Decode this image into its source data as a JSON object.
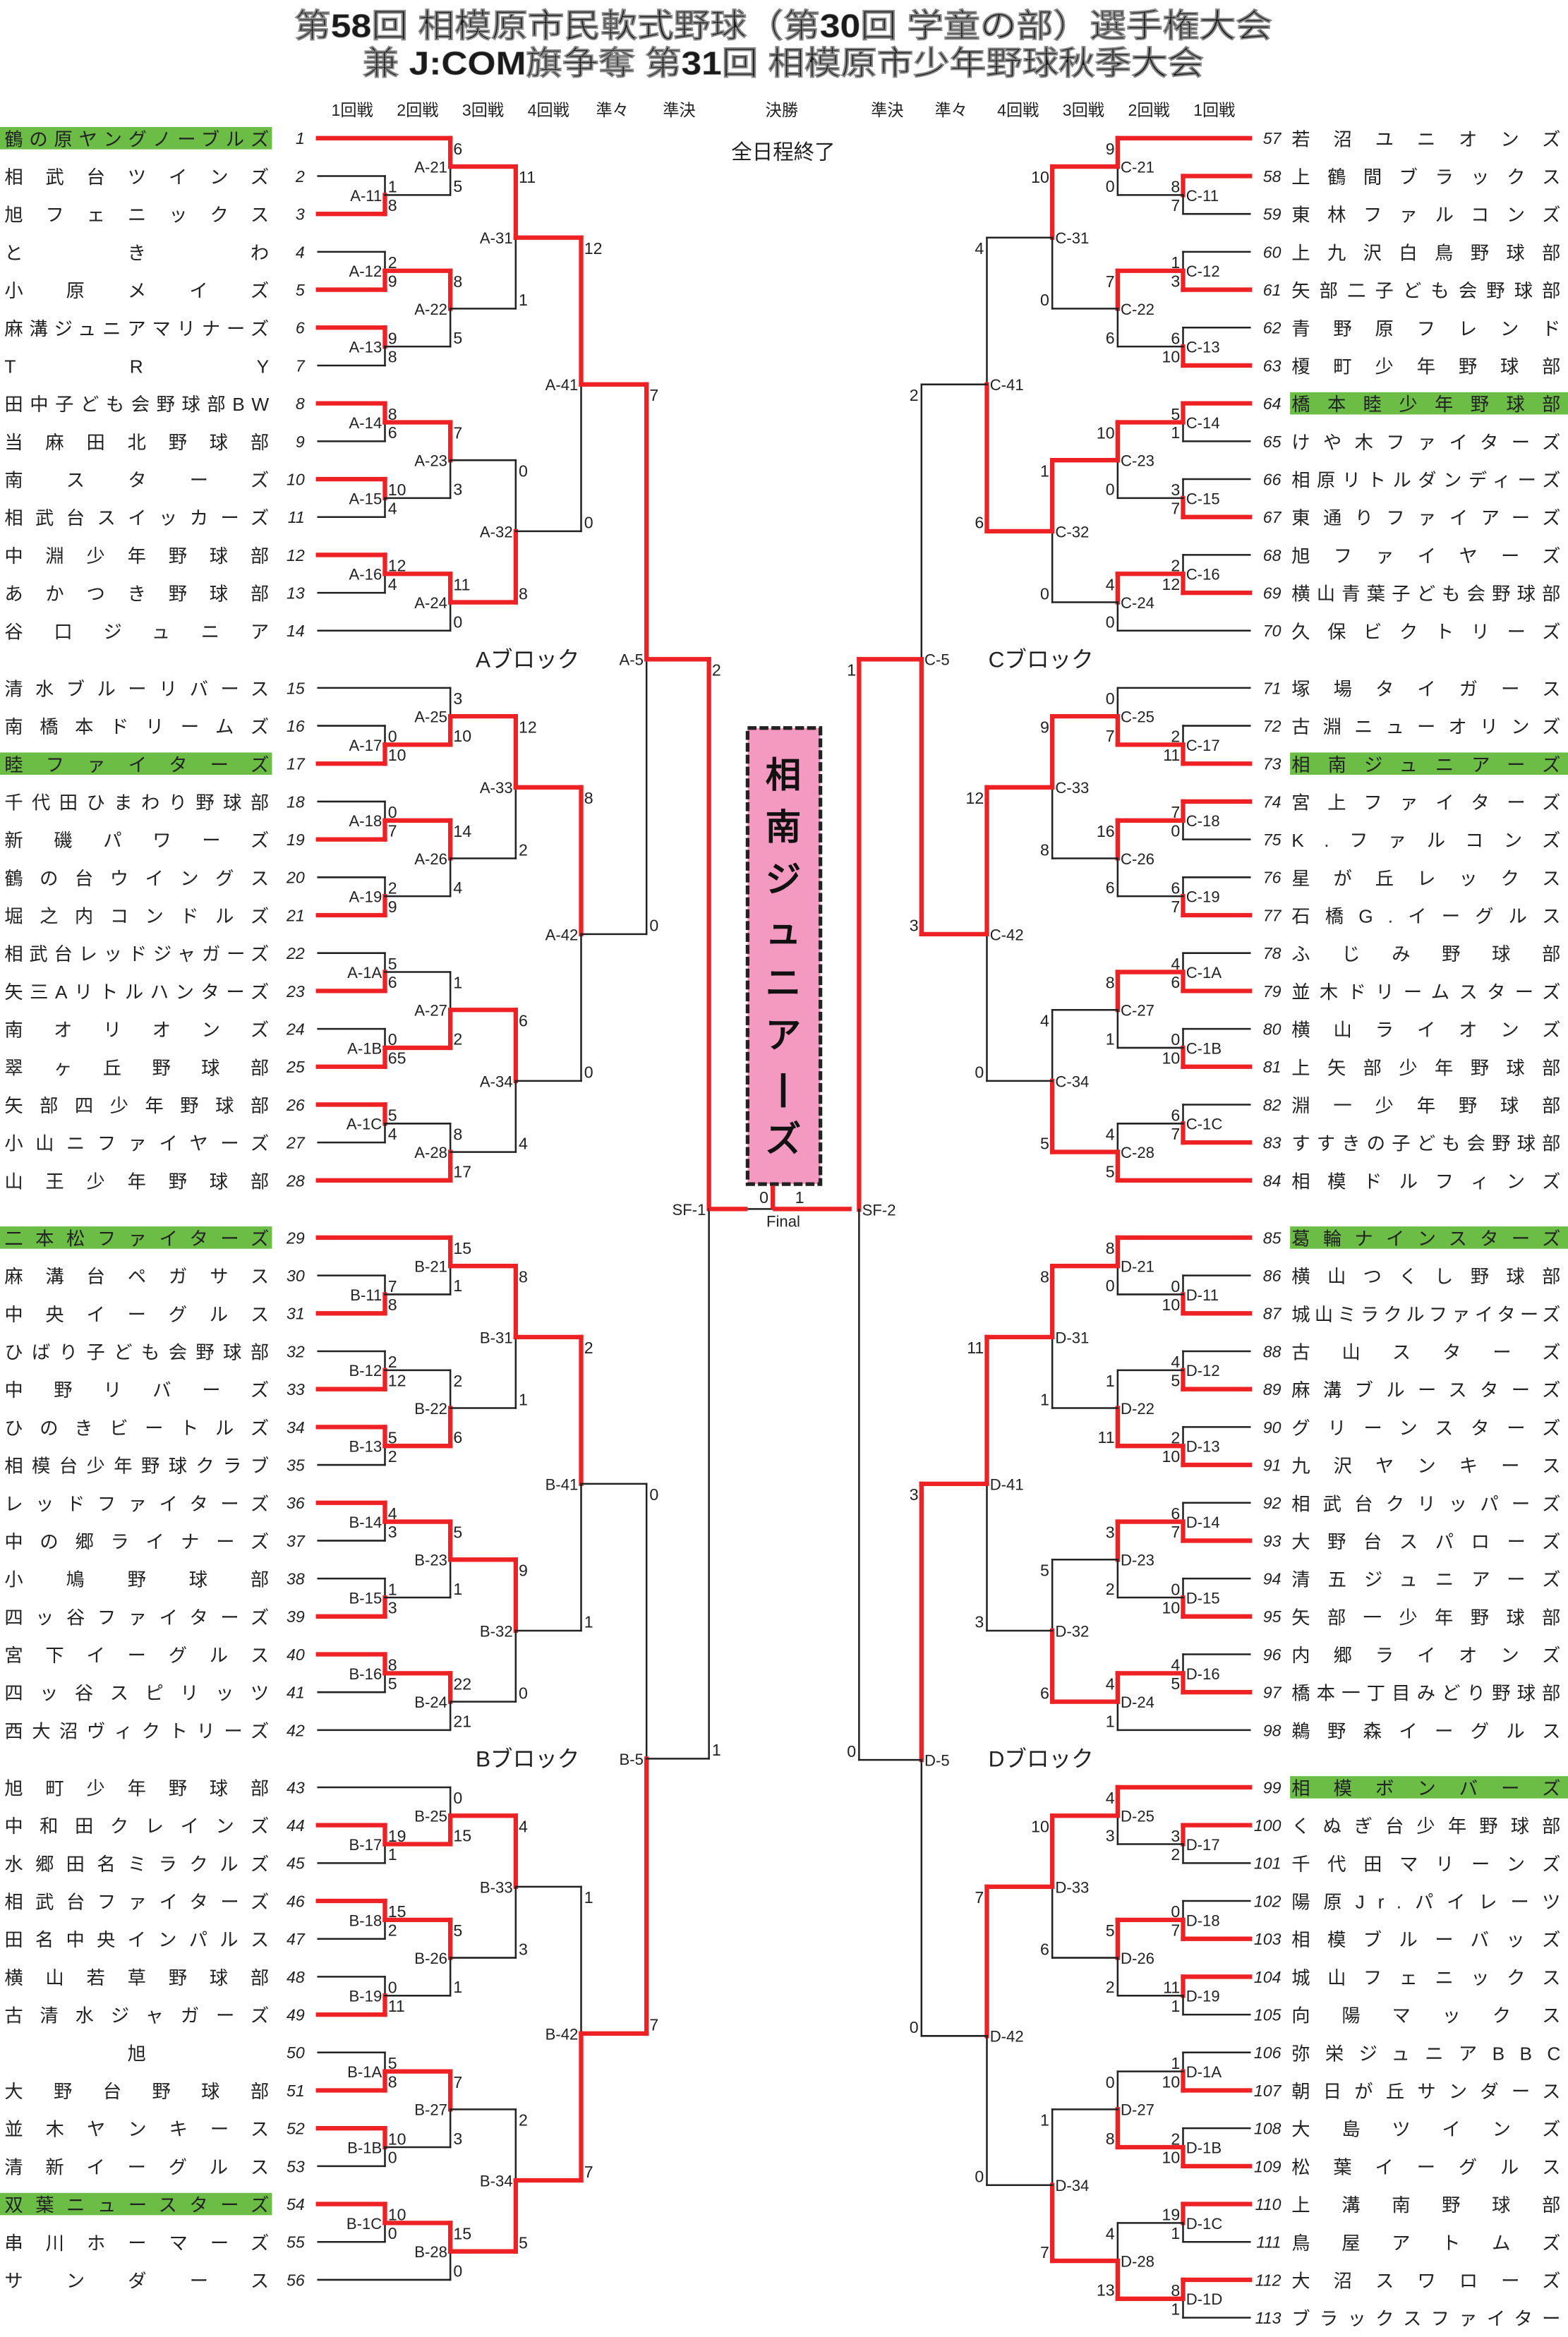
{
  "title": {
    "line1": "第58回 相模原市民軟式野球（第30回 学童の部）選手権大会",
    "line2": "兼 J:COM旗争奪 第31回 相模原市少年野球秋季大会"
  },
  "status": "全日程終了",
  "columns_left": [
    "1回戦",
    "2回戦",
    "3回戦",
    "4回戦",
    "準々",
    "準決"
  ],
  "column_final": "決勝",
  "columns_right": [
    "準決",
    "準々",
    "4回戦",
    "3回戦",
    "2回戦",
    "1回戦"
  ],
  "blocks": {
    "A": "Aブロック",
    "B": "Bブロック",
    "C": "Cブロック",
    "D": "Dブロック"
  },
  "champion": "相南ジュニアーズ",
  "final": {
    "label": "Final",
    "score_left": "0",
    "score_right": "1"
  },
  "colors": {
    "win": "#ee2124",
    "line": "#222222",
    "highlight": "#6cbd45",
    "champion_bg": "#f49ac1"
  },
  "highlighted": [
    1,
    17,
    29,
    54,
    64,
    73,
    85,
    99
  ],
  "teams_left": [
    "鶴の原ヤングノーブルズ",
    "相武台ツインズ",
    "旭フェニックス",
    "ときわ",
    "小原メイズ",
    "麻溝ジュニアマリナーズ",
    "TRY",
    "田中子ども会野球部BW",
    "当麻田北野球部",
    "南スターズ",
    "相武台スイッカーズ",
    "中淵少年野球部",
    "あかつき野球部",
    "谷口ジュニア",
    "清水ブルーリバース",
    "南橋本ドリームズ",
    "睦ファイターズ",
    "千代田ひまわり野球部",
    "新磯パワーズ",
    "鶴の台ウイングス",
    "堀之内コンドルズ",
    "相武台レッドジャガーズ",
    "矢三Aリトルハンターズ",
    "南オリオンズ",
    "翠ヶ丘野球部",
    "矢部四少年野球部",
    "小山ニファイヤーズ",
    "山王少年野球部",
    "二本松ファイターズ",
    "麻溝台ペガサス",
    "中央イーグルス",
    "ひばり子ども会野球部",
    "中野リバーズ",
    "ひのきビートルズ",
    "相模台少年野球クラブ",
    "レッドファイターズ",
    "中の郷ライナーズ",
    "小鳩野球部",
    "四ッ谷ファイターズ",
    "宮下イーグルス",
    "四ッ谷スピリッツ",
    "西大沼ヴィクトリーズ",
    "旭町少年野球部",
    "中和田クレインズ",
    "水郷田名ミラクルズ",
    "相武台ファイターズ",
    "田名中央インパルス",
    "横山若草野球部",
    "古清水ジャガーズ",
    "旭",
    "大野台野球部",
    "並木ヤンキース",
    "清新イーグルス",
    "双葉ニュースターズ",
    "串川ホーマーズ",
    "サンダース"
  ],
  "teams_right": [
    "若沼ユニオンズ",
    "上鶴間ブラックス",
    "東林ファルコンズ",
    "上九沢白鳥野球部",
    "矢部二子ども会野球部",
    "青野原フレンド",
    "榎町少年野球部",
    "橋本睦少年野球部",
    "けや木ファイターズ",
    "相原リトルダンディーズ",
    "東通りファイアーズ",
    "旭ファイヤーズ",
    "横山青葉子ども会野球部",
    "久保ビクトリーズ",
    "塚場タイガース",
    "古淵ニューオリンズ",
    "相南ジュニアーズ",
    "宮上ファイターズ",
    "K.ファルコンズ",
    "星が丘レックス",
    "石橋G.イーグルス",
    "ふじみ野球部",
    "並木ドリームスターズ",
    "横山ライオンズ",
    "上矢部少年野球部",
    "淵一少年野球部",
    "すすきの子ども会野球部",
    "相模ドルフィンズ",
    "葛輪ナインスターズ",
    "横山つくし野球部",
    "城山ミラクルファイターズ",
    "古山スターズ",
    "麻溝ブルースターズ",
    "グリーンスターズ",
    "九沢ヤンキース",
    "相武台クリッパーズ",
    "大野台スパローズ",
    "清五ジュニアーズ",
    "矢部一少年野球部",
    "内郷ライオンズ",
    "橋本一丁目みどり野球部",
    "鵜野森イーグルス",
    "相模ボンバーズ",
    "くぬぎ台少年野球部",
    "千代田マリーンズ",
    "陽原Jr.パイレーツ",
    "相模ブルーバッズ",
    "城山フェニックス",
    "向陽マックス",
    "弥栄ジュニアBBC",
    "朝日が丘サンダース",
    "大島ツインズ",
    "松葉イーグルス",
    "上溝南野球部",
    "鳥屋アトムズ",
    "大沼スワローズ",
    "ブラックスファイター"
  ],
  "matches": [
    [
      "A-11",
      2,
      3,
      "1",
      "8",
      "b"
    ],
    [
      "A-21",
      1,
      "A-11",
      "6",
      "5",
      "a"
    ],
    [
      "A-12",
      4,
      5,
      "2",
      "9",
      "b"
    ],
    [
      "A-13",
      6,
      7,
      "9",
      "8",
      "a"
    ],
    [
      "A-22",
      "A-12",
      "A-13",
      "8",
      "5",
      "a"
    ],
    [
      "A-31",
      "A-21",
      "A-22",
      "11",
      "1",
      "a"
    ],
    [
      "A-14",
      8,
      9,
      "8",
      "6",
      "a"
    ],
    [
      "A-15",
      10,
      11,
      "10",
      "4",
      "a"
    ],
    [
      "A-23",
      "A-14",
      "A-15",
      "7",
      "3",
      "a"
    ],
    [
      "A-16",
      12,
      13,
      "12",
      "4",
      "a"
    ],
    [
      "A-24",
      "A-16",
      14,
      "11",
      "0",
      "a"
    ],
    [
      "A-32",
      "A-23",
      "A-24",
      "0",
      "8",
      "b"
    ],
    [
      "A-41",
      "A-31",
      "A-32",
      "12",
      "0",
      "a"
    ],
    [
      "A-17",
      16,
      17,
      "0",
      "10",
      "b"
    ],
    [
      "A-25",
      15,
      "A-17",
      "3",
      "10",
      "b"
    ],
    [
      "A-18",
      18,
      19,
      "0",
      "7",
      "b"
    ],
    [
      "A-19",
      20,
      21,
      "2",
      "9",
      "b"
    ],
    [
      "A-26",
      "A-18",
      "A-19",
      "14",
      "4",
      "a"
    ],
    [
      "A-33",
      "A-25",
      "A-26",
      "12",
      "2",
      "a"
    ],
    [
      "A-1A",
      22,
      23,
      "5",
      "6",
      "b"
    ],
    [
      "A-1B",
      24,
      25,
      "0",
      "65",
      "b"
    ],
    [
      "A-27",
      "A-1A",
      "A-1B",
      "1",
      "2",
      "b"
    ],
    [
      "A-1C",
      26,
      27,
      "5",
      "4",
      "a"
    ],
    [
      "A-28",
      "A-1C",
      28,
      "8",
      "17",
      "b"
    ],
    [
      "A-34",
      "A-27",
      "A-28",
      "6",
      "4",
      "a"
    ],
    [
      "A-42",
      "A-33",
      "A-34",
      "8",
      "0",
      "a"
    ],
    [
      "A-5",
      "A-41",
      "A-42",
      "7",
      "0",
      "a"
    ],
    [
      "B-11",
      30,
      31,
      "7",
      "8",
      "b"
    ],
    [
      "B-21",
      29,
      "B-11",
      "15",
      "1",
      "a"
    ],
    [
      "B-12",
      32,
      33,
      "2",
      "12",
      "b"
    ],
    [
      "B-13",
      34,
      35,
      "5",
      "2",
      "a"
    ],
    [
      "B-22",
      "B-12",
      "B-13",
      "2",
      "6",
      "b"
    ],
    [
      "B-31",
      "B-21",
      "B-22",
      "8",
      "1",
      "a"
    ],
    [
      "B-14",
      36,
      37,
      "4",
      "3",
      "a"
    ],
    [
      "B-15",
      38,
      39,
      "1",
      "3",
      "b"
    ],
    [
      "B-23",
      "B-14",
      "B-15",
      "5",
      "1",
      "a"
    ],
    [
      "B-16",
      40,
      41,
      "8",
      "5",
      "a"
    ],
    [
      "B-24",
      "B-16",
      42,
      "22",
      "21",
      "a"
    ],
    [
      "B-32",
      "B-23",
      "B-24",
      "9",
      "0",
      "a"
    ],
    [
      "B-41",
      "B-31",
      "B-32",
      "2",
      "1",
      "a"
    ],
    [
      "B-17",
      44,
      45,
      "19",
      "1",
      "a"
    ],
    [
      "B-25",
      43,
      "B-17",
      "0",
      "15",
      "b"
    ],
    [
      "B-18",
      46,
      47,
      "15",
      "2",
      "a"
    ],
    [
      "B-19",
      48,
      49,
      "0",
      "11",
      "b"
    ],
    [
      "B-26",
      "B-18",
      "B-19",
      "5",
      "1",
      "a"
    ],
    [
      "B-33",
      "B-25",
      "B-26",
      "4",
      "3",
      "a"
    ],
    [
      "B-1A",
      50,
      51,
      "5",
      "8",
      "b"
    ],
    [
      "B-1B",
      52,
      53,
      "10",
      "0",
      "a"
    ],
    [
      "B-27",
      "B-1A",
      "B-1B",
      "7",
      "3",
      "a"
    ],
    [
      "B-1C",
      54,
      55,
      "10",
      "0",
      "a"
    ],
    [
      "B-28",
      "B-1C",
      56,
      "15",
      "0",
      "a"
    ],
    [
      "B-34",
      "B-27",
      "B-28",
      "2",
      "5",
      "b"
    ],
    [
      "B-42",
      "B-33",
      "B-34",
      "1",
      "7",
      "b"
    ],
    [
      "B-5",
      "B-41",
      "B-42",
      "0",
      "7",
      "b"
    ],
    [
      "SF-1",
      "A-5",
      "B-5",
      "2",
      "1",
      "a"
    ],
    [
      "C-11",
      58,
      59,
      "8",
      "7",
      "a"
    ],
    [
      "C-21",
      57,
      "C-11",
      "9",
      "0",
      "a"
    ],
    [
      "C-12",
      60,
      61,
      "1",
      "3",
      "b"
    ],
    [
      "C-13",
      62,
      63,
      "6",
      "10",
      "b"
    ],
    [
      "C-22",
      "C-12",
      "C-13",
      "7",
      "6",
      "a"
    ],
    [
      "C-31",
      "C-21",
      "C-22",
      "10",
      "0",
      "a"
    ],
    [
      "C-14",
      64,
      65,
      "5",
      "1",
      "a"
    ],
    [
      "C-15",
      66,
      67,
      "3",
      "7",
      "b"
    ],
    [
      "C-23",
      "C-14",
      "C-15",
      "10",
      "0",
      "a"
    ],
    [
      "C-16",
      68,
      69,
      "2",
      "12",
      "b"
    ],
    [
      "C-24",
      "C-16",
      70,
      "4",
      "0",
      "a"
    ],
    [
      "C-32",
      "C-23",
      "C-24",
      "1",
      "0",
      "a"
    ],
    [
      "C-41",
      "C-31",
      "C-32",
      "4",
      "6",
      "b"
    ],
    [
      "C-17",
      72,
      73,
      "2",
      "11",
      "b"
    ],
    [
      "C-25",
      71,
      "C-17",
      "0",
      "7",
      "b"
    ],
    [
      "C-18",
      74,
      75,
      "7",
      "0",
      "a"
    ],
    [
      "C-19",
      76,
      77,
      "6",
      "7",
      "b"
    ],
    [
      "C-26",
      "C-18",
      "C-19",
      "16",
      "6",
      "a"
    ],
    [
      "C-33",
      "C-25",
      "C-26",
      "9",
      "8",
      "a"
    ],
    [
      "C-1A",
      78,
      79,
      "4",
      "6",
      "b"
    ],
    [
      "C-1B",
      80,
      81,
      "0",
      "10",
      "b"
    ],
    [
      "C-27",
      "C-1A",
      "C-1B",
      "8",
      "1",
      "a"
    ],
    [
      "C-1C",
      82,
      83,
      "6",
      "7",
      "b"
    ],
    [
      "C-28",
      "C-1C",
      84,
      "4",
      "5",
      "b"
    ],
    [
      "C-34",
      "C-27",
      "C-28",
      "4",
      "5",
      "b"
    ],
    [
      "C-42",
      "C-33",
      "C-34",
      "12",
      "0",
      "a"
    ],
    [
      "C-5",
      "C-41",
      "C-42",
      "2",
      "3",
      "b"
    ],
    [
      "D-11",
      86,
      87,
      "0",
      "10",
      "b"
    ],
    [
      "D-21",
      85,
      "D-11",
      "8",
      "0",
      "a"
    ],
    [
      "D-12",
      88,
      89,
      "4",
      "5",
      "b"
    ],
    [
      "D-13",
      90,
      91,
      "2",
      "10",
      "b"
    ],
    [
      "D-22",
      "D-12",
      "D-13",
      "1",
      "11",
      "b"
    ],
    [
      "D-31",
      "D-21",
      "D-22",
      "8",
      "1",
      "a"
    ],
    [
      "D-14",
      92,
      93,
      "6",
      "7",
      "b"
    ],
    [
      "D-15",
      94,
      95,
      "0",
      "10",
      "b"
    ],
    [
      "D-23",
      "D-14",
      "D-15",
      "3",
      "2",
      "a"
    ],
    [
      "D-16",
      96,
      97,
      "4",
      "5",
      "b"
    ],
    [
      "D-24",
      "D-16",
      98,
      "4",
      "1",
      "a"
    ],
    [
      "D-32",
      "D-23",
      "D-24",
      "5",
      "6",
      "b"
    ],
    [
      "D-41",
      "D-31",
      "D-32",
      "11",
      "3",
      "a"
    ],
    [
      "D-17",
      100,
      101,
      "3",
      "2",
      "a"
    ],
    [
      "D-25",
      99,
      "D-17",
      "4",
      "3",
      "a"
    ],
    [
      "D-18",
      102,
      103,
      "0",
      "7",
      "b"
    ],
    [
      "D-19",
      104,
      105,
      "11",
      "1",
      "a"
    ],
    [
      "D-26",
      "D-18",
      "D-19",
      "5",
      "2",
      "a"
    ],
    [
      "D-33",
      "D-25",
      "D-26",
      "10",
      "6",
      "a"
    ],
    [
      "D-1A",
      106,
      107,
      "1",
      "10",
      "b"
    ],
    [
      "D-1B",
      108,
      109,
      "2",
      "10",
      "b"
    ],
    [
      "D-27",
      "D-1A",
      "D-1B",
      "0",
      "8",
      "b"
    ],
    [
      "D-1C",
      110,
      111,
      "19",
      "1",
      "a"
    ],
    [
      "D-1D",
      112,
      113,
      "8",
      "1",
      "a"
    ],
    [
      "D-28",
      "D-1C",
      "D-1D",
      "4",
      "13",
      "b"
    ],
    [
      "D-34",
      "D-27",
      "D-28",
      "1",
      "7",
      "b"
    ],
    [
      "D-42",
      "D-33",
      "D-34",
      "7",
      "0",
      "a"
    ],
    [
      "D-5",
      "D-41",
      "D-42",
      "3",
      "0",
      "a"
    ],
    [
      "SF-2",
      "C-5",
      "D-5",
      "1",
      "0",
      "a"
    ]
  ]
}
